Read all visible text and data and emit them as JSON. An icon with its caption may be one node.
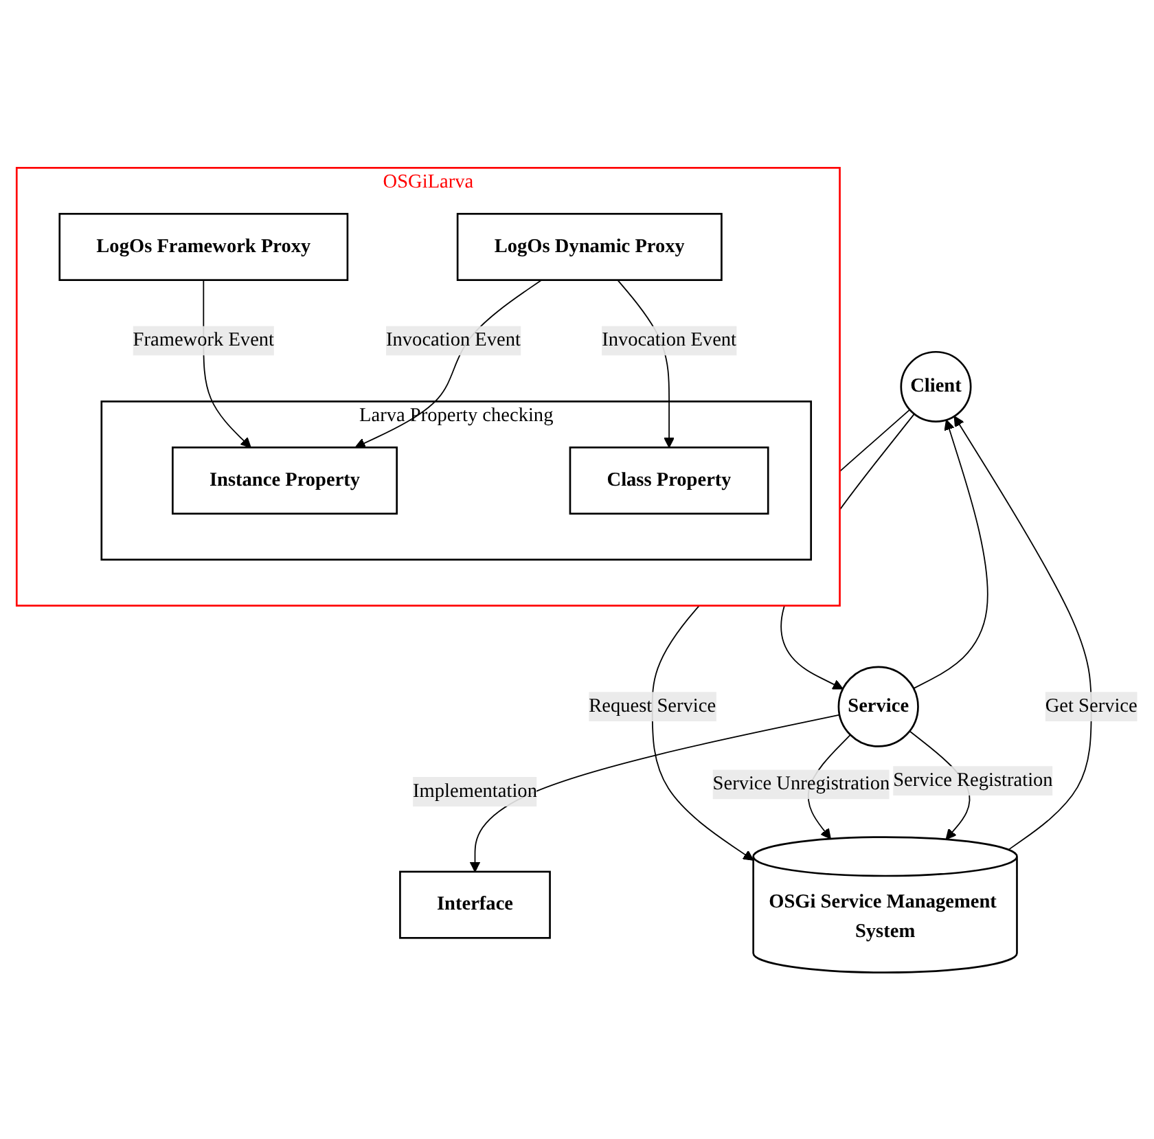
{
  "diagram": {
    "nodes": [
      {
        "text": [
          "OSGiLarva"
        ]
      },
      {
        "text": [
          "Larva Property checking"
        ],
        "in": 0
      },
      {
        "text": [
          "Instance Property"
        ],
        "in": 1
      },
      {
        "text": [
          "Class Property"
        ],
        "in": 1
      },
      {
        "text": [
          "Interface"
        ]
      },
      {
        "text": [
          "Client"
        ]
      },
      {
        "text": [
          "LogOs Dynamic Proxy"
        ],
        "in": 0
      },
      {
        "text": [
          "Service"
        ]
      },
      {
        "text": [
          "LogOs Framework Proxy"
        ],
        "in": 0
      },
      {
        "text": [
          "OSGi Service Management System"
        ]
      }
    ],
    "edges": [
      {
        "from": 6,
        "to": 2,
        "arrow": "to",
        "label": "Invocation Event"
      },
      {
        "from": 6,
        "to": 3,
        "arrow": "to",
        "label": "Invocation Event"
      },
      {
        "from": 7,
        "to": 4,
        "arrow": "to",
        "label": "Implementation"
      },
      {
        "from": 5,
        "to": 7,
        "arrow": "to"
      },
      {
        "from": 7,
        "to": 5,
        "arrow": "to"
      },
      {
        "from": 5,
        "to": 9,
        "arrow": "to",
        "label": "Request Service"
      },
      {
        "from": 9,
        "to": 5,
        "arrow": "to",
        "label": "Get Service"
      },
      {
        "from": 7,
        "to": 9,
        "arrow": "to",
        "label": "Service Unregistration"
      },
      {
        "from": 7,
        "to": 9,
        "arrow": "to",
        "label": "Service Registration"
      },
      {
        "from": 8,
        "to": 2,
        "arrow": "to",
        "label": "Framework Event"
      }
    ]
  }
}
